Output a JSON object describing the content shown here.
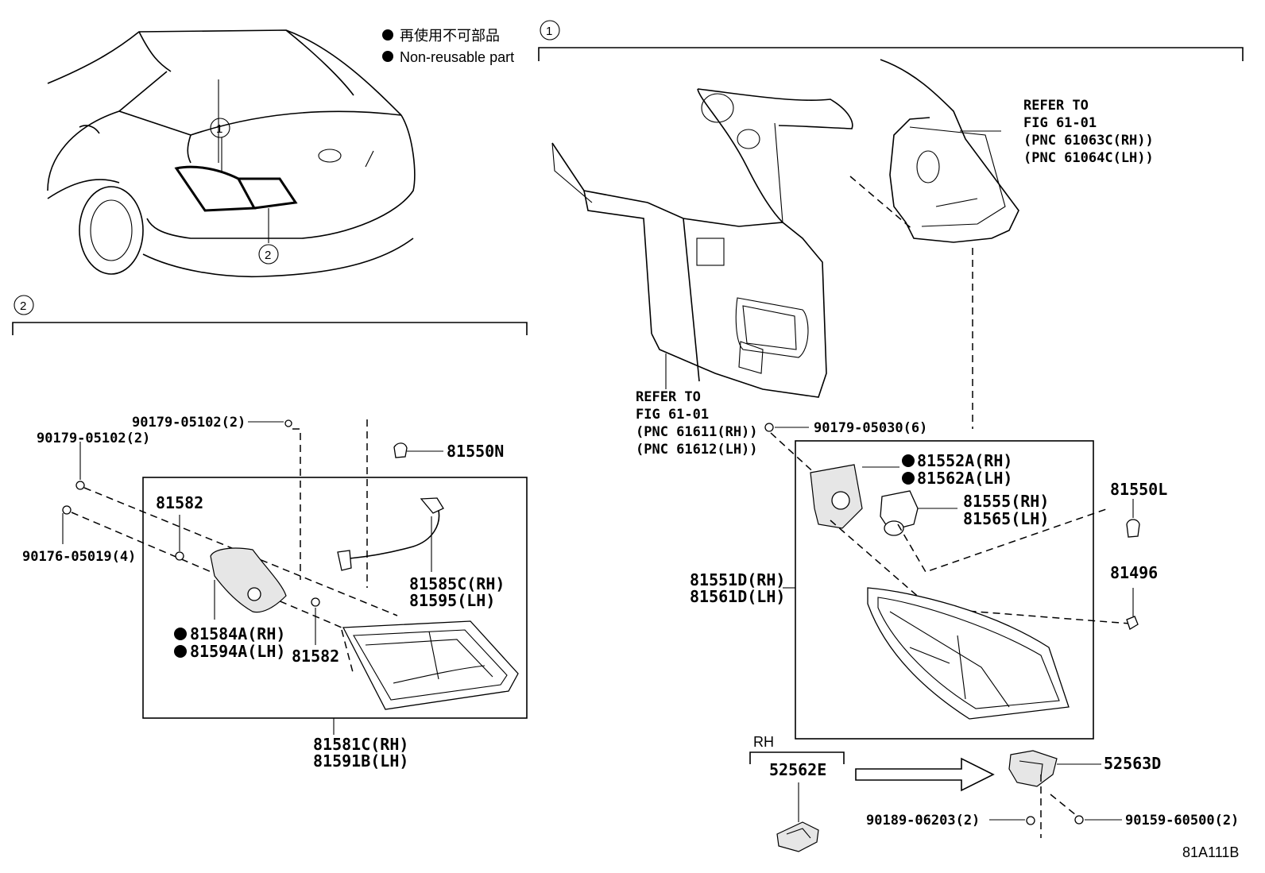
{
  "legend": {
    "jp": "再使用不可部品",
    "en": "Non-reusable part"
  },
  "callouts": {
    "one": "1",
    "two": "2"
  },
  "refer_upper": {
    "line1": "REFER TO",
    "line2": "FIG 61-01",
    "line3": "(PNC 61063C(RH))",
    "line4": "(PNC 61064C(LH))"
  },
  "refer_lower": {
    "line1": "REFER TO",
    "line2": "FIG 61-01",
    "line3": "(PNC 61611(RH))",
    "line4": "(PNC 61612(LH))"
  },
  "left_parts": {
    "p90179_top": "90179-05102(2)",
    "p90179_left": "90179-05102(2)",
    "p90176": "90176-05019(4)",
    "p81582_a": "81582",
    "p81582_b": "81582",
    "p81550N": "81550N",
    "p81585C": "81585C(RH)",
    "p81595": "81595(LH)",
    "p81584A": "81584A(RH)",
    "p81594A": "81594A(LH)",
    "p81581C": "81581C(RH)",
    "p81591B": "81591B(LH)"
  },
  "right_parts": {
    "p90179_05030": "90179-05030(6)",
    "p81552A": "81552A(RH)",
    "p81562A": "81562A(LH)",
    "p81555": "81555(RH)",
    "p81565": "81565(LH)",
    "p81550L": "81550L",
    "p81496": "81496",
    "p81551D": "81551D(RH)",
    "p81561D": "81561D(LH)",
    "rh": "RH",
    "p52562E": "52562E",
    "p52563D": "52563D",
    "p90189": "90189-06203(2)",
    "p90159": "90159-60500(2)"
  },
  "figure_code": "81A111B"
}
